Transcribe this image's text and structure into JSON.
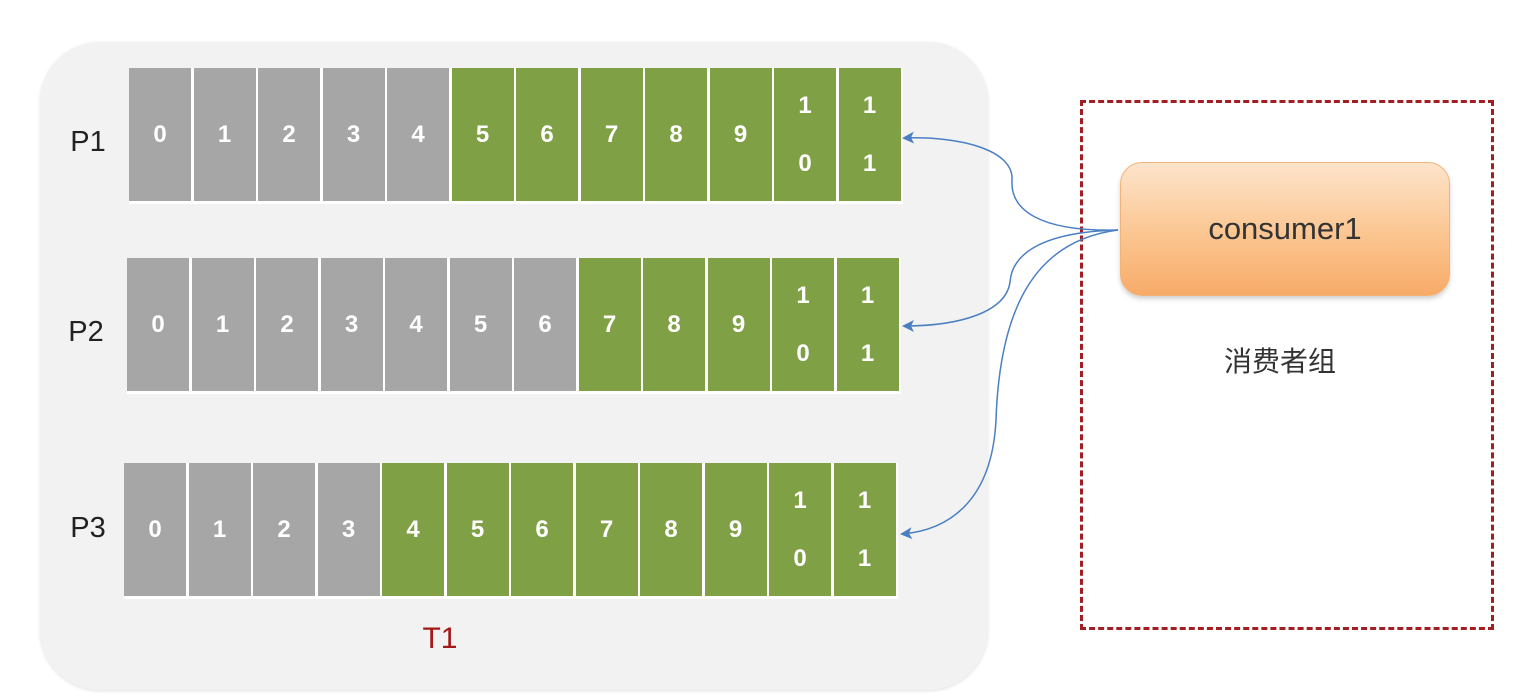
{
  "topic": {
    "label": "T1",
    "partitions": [
      {
        "label": "P1",
        "cells": [
          {
            "text": [
              "0"
            ],
            "state": "consumed"
          },
          {
            "text": [
              "1"
            ],
            "state": "consumed"
          },
          {
            "text": [
              "2"
            ],
            "state": "consumed"
          },
          {
            "text": [
              "3"
            ],
            "state": "consumed"
          },
          {
            "text": [
              "4"
            ],
            "state": "consumed"
          },
          {
            "text": [
              "5"
            ],
            "state": "pending"
          },
          {
            "text": [
              "6"
            ],
            "state": "pending"
          },
          {
            "text": [
              "7"
            ],
            "state": "pending"
          },
          {
            "text": [
              "8"
            ],
            "state": "pending"
          },
          {
            "text": [
              "9"
            ],
            "state": "pending"
          },
          {
            "text": [
              "1",
              "0"
            ],
            "state": "pending"
          },
          {
            "text": [
              "1",
              "1"
            ],
            "state": "pending"
          }
        ]
      },
      {
        "label": "P2",
        "cells": [
          {
            "text": [
              "0"
            ],
            "state": "consumed"
          },
          {
            "text": [
              "1"
            ],
            "state": "consumed"
          },
          {
            "text": [
              "2"
            ],
            "state": "consumed"
          },
          {
            "text": [
              "3"
            ],
            "state": "consumed"
          },
          {
            "text": [
              "4"
            ],
            "state": "consumed"
          },
          {
            "text": [
              "5"
            ],
            "state": "consumed"
          },
          {
            "text": [
              "6"
            ],
            "state": "consumed"
          },
          {
            "text": [
              "7"
            ],
            "state": "pending"
          },
          {
            "text": [
              "8"
            ],
            "state": "pending"
          },
          {
            "text": [
              "9"
            ],
            "state": "pending"
          },
          {
            "text": [
              "1",
              "0"
            ],
            "state": "pending"
          },
          {
            "text": [
              "1",
              "1"
            ],
            "state": "pending"
          }
        ]
      },
      {
        "label": "P3",
        "cells": [
          {
            "text": [
              "0"
            ],
            "state": "consumed"
          },
          {
            "text": [
              "1"
            ],
            "state": "consumed"
          },
          {
            "text": [
              "2"
            ],
            "state": "consumed"
          },
          {
            "text": [
              "3"
            ],
            "state": "consumed"
          },
          {
            "text": [
              "4"
            ],
            "state": "pending"
          },
          {
            "text": [
              "5"
            ],
            "state": "pending"
          },
          {
            "text": [
              "6"
            ],
            "state": "pending"
          },
          {
            "text": [
              "7"
            ],
            "state": "pending"
          },
          {
            "text": [
              "8"
            ],
            "state": "pending"
          },
          {
            "text": [
              "9"
            ],
            "state": "pending"
          },
          {
            "text": [
              "1",
              "0"
            ],
            "state": "pending"
          },
          {
            "text": [
              "1",
              "1"
            ],
            "state": "pending"
          }
        ]
      }
    ]
  },
  "consumer_group": {
    "label": "消费者组",
    "consumer": "consumer1"
  },
  "colors": {
    "consumed": "#a6a6a6",
    "pending": "#80a046",
    "topic_label": "#a31818",
    "group_border": "#a31e23",
    "arrow": "#4a7fc1"
  }
}
